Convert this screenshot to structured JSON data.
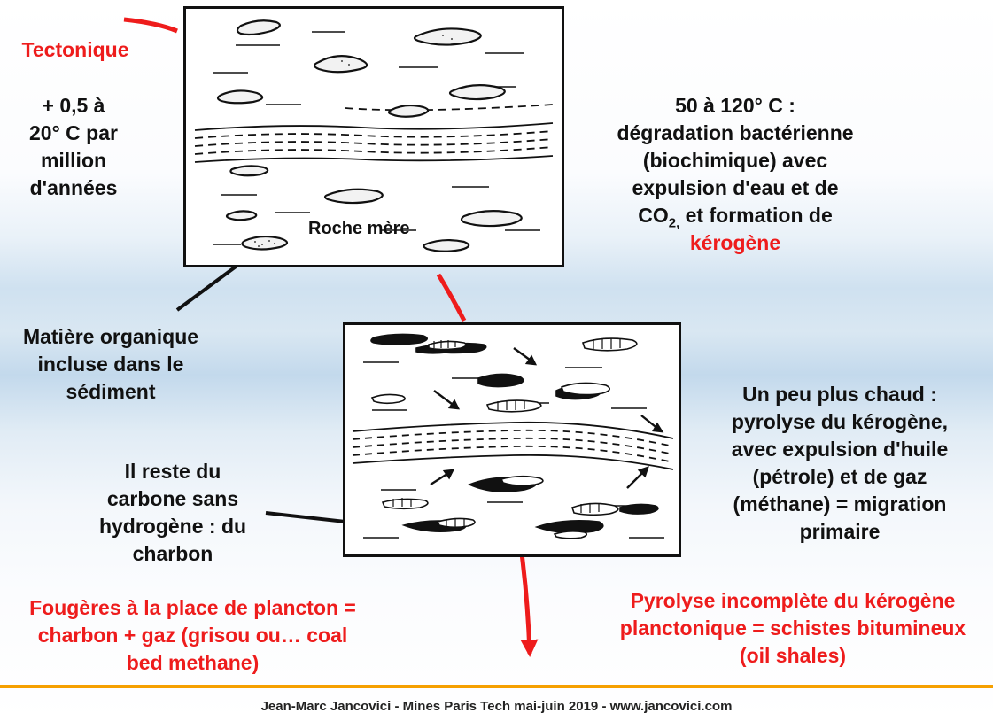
{
  "labels": {
    "tectonique": "Tectonique",
    "rate": "+ 0,5 à\n20° C par\nmillion\nd'années",
    "temp_line1": "50 à 120° C :",
    "temp_line2": "dégradation bactérienne",
    "temp_line3": "(biochimique) avec",
    "temp_line4": "expulsion d'eau et de",
    "temp_co": "CO",
    "temp_sub": "2,",
    "temp_line5_rest": " et formation de",
    "kerogene": "kérogène",
    "roche_mere": "Roche mère",
    "matiere": "Matière organique\nincluse dans le\nsédiment",
    "chaud": "Un peu plus chaud :\npyrolyse du kérogène,\navec expulsion d'huile\n(pétrole) et de gaz\n(méthane) = migration\nprimaire",
    "reste": "Il reste du\ncarbone sans\nhydrogène : du\ncharbon",
    "fougeres": "Fougères à la place de plancton =\ncharbon + gaz (grisou ou… coal\nbed methane)",
    "pyrolyse": "Pyrolyse incomplète du kérogène\nplanctonique = schistes bitumineux\n(oil shales)"
  },
  "footer": "Jean-Marc Jancovici - Mines Paris Tech mai-juin 2019 - www.jancovici.com",
  "colors": {
    "accent_red": "#ee1c1c",
    "footer_bar": "#f6a000"
  }
}
